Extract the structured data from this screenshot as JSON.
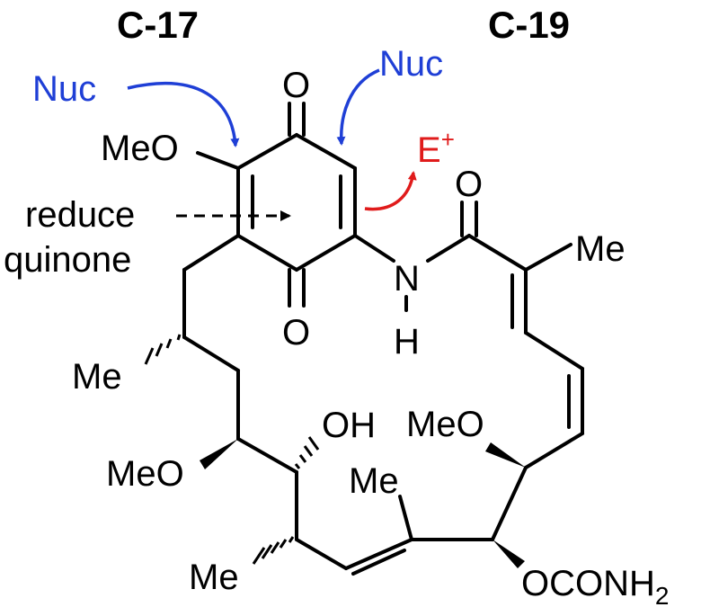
{
  "labels": {
    "c17": "C-17",
    "c19": "C-19",
    "nuc_left": "Nuc",
    "nuc_right": "Nuc",
    "electrophile": "E",
    "electrophile_charge": "+",
    "reduce": "reduce",
    "quinone": "quinone",
    "meo_top": "MeO",
    "o_top": "O",
    "o_bottom": "O",
    "o_amide": "O",
    "n": "N",
    "h": "H",
    "me_amide": "Me",
    "me_left": "Me",
    "meo_mid": "MeO",
    "oh": "OH",
    "meo_right": "MeO",
    "me_bottom_mid": "Me",
    "me_bottom_left": "Me",
    "carbamate": "OCONH",
    "carbamate_sub": "2"
  },
  "colors": {
    "nucleophile": "#1f3fd6",
    "electrophile": "#e01b1b",
    "structure": "#000000"
  }
}
